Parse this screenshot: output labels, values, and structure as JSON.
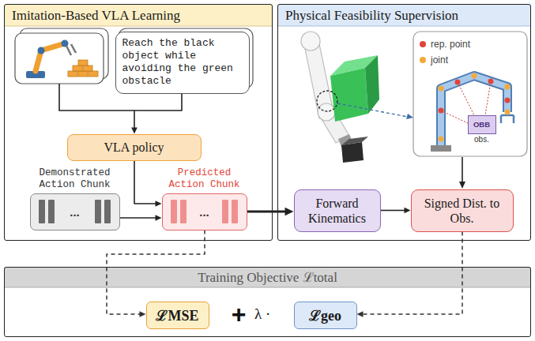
{
  "diagram": {
    "nodes": [
      {
        "text": [
          "Imitation-Based VLA Learning"
        ]
      },
      {
        "text": [
          "Reach the black object while avoiding the green obstacle"
        ],
        "in": 0
      },
      {
        "text": [
          "VLA policy"
        ],
        "in": 0
      },
      {
        "text": [
          "Demonstrated Action Chunk",
          "..."
        ],
        "in": 0
      },
      {
        "text": [
          "Predicted Action Chunk",
          "..."
        ],
        "in": 0
      },
      {
        "text": [
          "Physical Feasibility Supervision"
        ]
      },
      {
        "text": [
          "OBB",
          "obs."
        ],
        "in": 5
      },
      {
        "text": [
          "Forward Kinematics"
        ],
        "in": 5
      },
      {
        "text": [
          "Signed Dist. to Obs."
        ],
        "in": 5
      },
      {
        "text": [
          "Training Objective ℒtotal"
        ]
      },
      {
        "text": [
          "ℒMSE"
        ],
        "in": 9
      },
      {
        "text": [
          "ℒgeo"
        ],
        "in": 9
      }
    ],
    "edges": [
      {
        "from": 1,
        "to": 2,
        "arrow": "to"
      },
      {
        "from": 2,
        "to": 4,
        "arrow": "to"
      },
      {
        "from": 3,
        "to": 4,
        "arrow": "to"
      },
      {
        "from": 4,
        "to": 7,
        "arrow": "to"
      },
      {
        "from": 7,
        "to": 8,
        "arrow": "to"
      },
      {
        "from": 4,
        "to": 10,
        "arrow": "to"
      },
      {
        "from": 8,
        "to": 11,
        "arrow": "to"
      }
    ],
    "labels": [
      "+",
      "λ ·"
    ],
    "legend": [
      {
        "text": "rep. point",
        "color": "#e0453a"
      },
      {
        "text": "joint",
        "color": "#f2a93b"
      }
    ]
  }
}
